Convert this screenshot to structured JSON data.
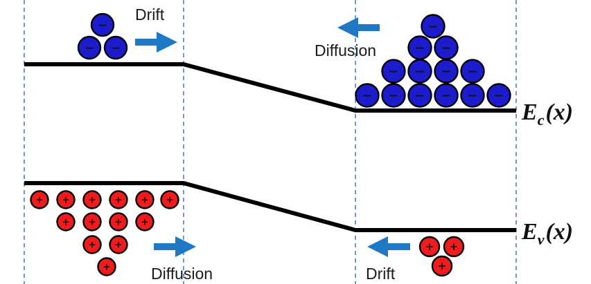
{
  "labels": {
    "drift_top": "Drift",
    "diffusion_top": "Diffusion",
    "diffusion_bottom": "Diffusion",
    "drift_bottom": "Drift"
  },
  "band_labels": {
    "ec_main": "E",
    "ec_sub": "c",
    "ec_arg": "(x)",
    "ev_main": "E",
    "ev_sub": "v",
    "ev_arg": "(x)"
  },
  "carriers": {
    "electron_sign": "−",
    "hole_sign": "+"
  },
  "colors": {
    "electron": "#1c1ccc",
    "hole": "#ee1c1c",
    "arrow": "#1f78c4",
    "dashed": "#4f7fb5",
    "band": "#000000"
  }
}
